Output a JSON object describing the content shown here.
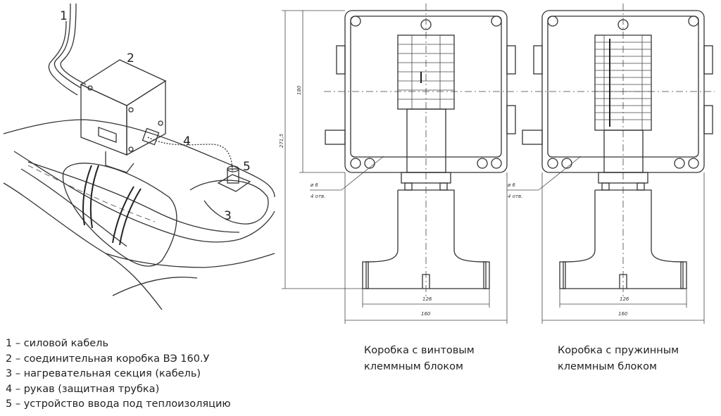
{
  "illustration": {
    "callouts": [
      "1",
      "2",
      "3",
      "4",
      "5"
    ]
  },
  "legend": [
    "1 – силовой кабель",
    "2 – соединительная коробка ВЭ 160.У",
    "3 – нагревательная секция (кабель)",
    "4 – рукав (защитная трубка)",
    "5 – устройство ввода под теплоизоляцию"
  ],
  "drawings": {
    "dim_total_height": "271,5",
    "dim_box_height": "180",
    "hole_diameter": "ø 6",
    "hole_count": "4 отв.",
    "dim_flange_width": "126",
    "dim_box_width": "160",
    "hole_diameter_2": "ø 6",
    "hole_count_2": "4 отв.",
    "dim_flange_width_2": "126",
    "dim_box_width_2": "160"
  },
  "captions": {
    "screw": [
      "Коробка с винтовым",
      "клеммным блоком"
    ],
    "spring": [
      "Коробка с пружинным",
      "клеммным блоком"
    ]
  }
}
